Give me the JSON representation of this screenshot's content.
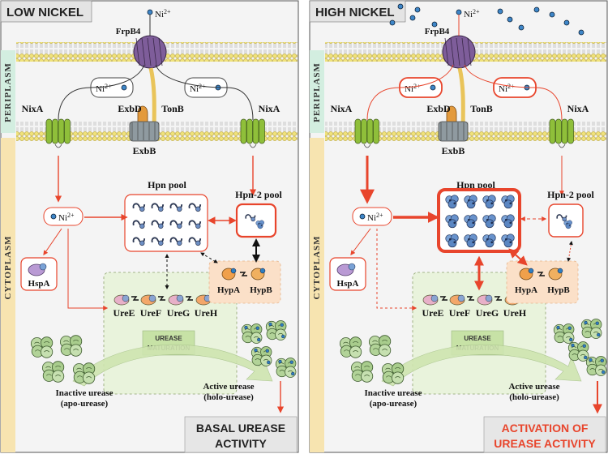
{
  "left": {
    "title": "LOW NICKEL",
    "ni_top": "Ni",
    "frpb4": "FrpB4",
    "ni_peri_a": "Ni",
    "ni_peri_b": "Ni",
    "nixa_a": "NixA",
    "nixa_b": "NixA",
    "exbd": "ExbD",
    "tonb": "TonB",
    "exbb": "ExbB",
    "hpn_pool": "Hpn pool",
    "hpn2_pool": "Hpn-2 pool",
    "ni_cyto": "Ni",
    "hspa": "HspA",
    "hypa": "HypA",
    "hypb": "HypB",
    "uree": "UreE",
    "uref": "UreF",
    "ureg": "UreG",
    "ureh": "UreH",
    "urease_mat_1": "UREASE",
    "urease_mat_2": "MATURATION",
    "inactive_1": "Inactive urease",
    "inactive_2": "(apo-urease)",
    "active_1": "Active urease",
    "active_2": "(holo-urease)",
    "footer_1": "BASAL UREASE",
    "footer_2": "ACTIVITY"
  },
  "right": {
    "title": "HIGH NICKEL",
    "ni_top": "Ni",
    "frpb4": "FrpB4",
    "ni_peri_a": "Ni",
    "ni_peri_b": "Ni",
    "nixa_a": "NixA",
    "nixa_b": "NixA",
    "exbd": "ExbD",
    "tonb": "TonB",
    "exbb": "ExbB",
    "hpn_pool": "Hpn pool",
    "hpn2_pool": "Hpn-2 pool",
    "ni_cyto": "Ni",
    "hspa": "HspA",
    "hypa": "HypA",
    "hypb": "HypB",
    "uree": "UreE",
    "uref": "UreF",
    "ureg": "UreG",
    "ureh": "UreH",
    "urease_mat_1": "UREASE",
    "urease_mat_2": "MATURATION",
    "inactive_1": "Inactive urease",
    "inactive_2": "(apo-urease)",
    "active_1": "Active urease",
    "active_2": "(holo-urease)",
    "footer_1": "ACTIVATION OF",
    "footer_2": "UREASE ACTIVITY"
  },
  "regions": {
    "periplasm": "PERIPLASM",
    "cytoplasm": "CYTOPLASM"
  },
  "charge": "2+",
  "colors": {
    "arrow": "#e8452c",
    "membrane": "#d9c25a",
    "periplasm_band": "#d3eee0",
    "cytoplasm_band": "#f7e4b0",
    "porin": "#7e5d9a",
    "nixa": "#8fbf3a",
    "green_box": "#e9f3dc",
    "orange_box": "#fbe0c8"
  }
}
